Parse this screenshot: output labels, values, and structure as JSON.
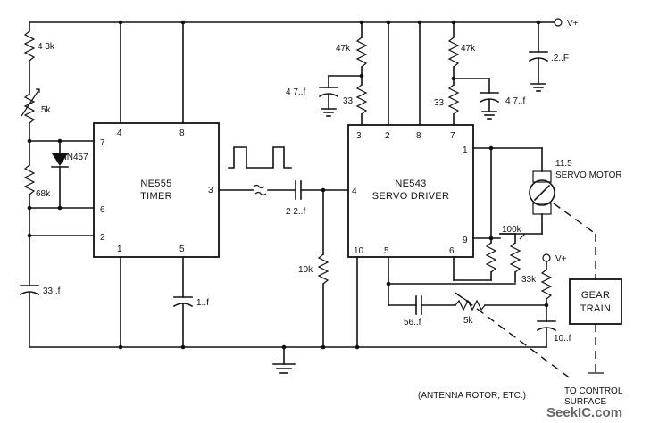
{
  "supply": {
    "label": "V+"
  },
  "supply2": {
    "label": "V+"
  },
  "timer": {
    "name": "NE555",
    "sub": "TIMER",
    "pins": {
      "p2": "2",
      "p4": "4",
      "p8": "8",
      "p7": "7",
      "p6": "6",
      "p1": "1",
      "p5": "5",
      "p3": "3"
    }
  },
  "driver": {
    "name": "NE543",
    "sub": "SERVO DRIVER",
    "pins": {
      "p3": "3",
      "p2": "2",
      "p8": "8",
      "p7": "7",
      "p1": "1",
      "p4": "4",
      "p9": "9",
      "p10": "10",
      "p5": "5",
      "p6": "6"
    }
  },
  "components": {
    "r1": "4 3k",
    "r2": "5k",
    "r3": "68k",
    "diode": "IN457",
    "c1": "33..f",
    "c2": "1..f",
    "c3": "2 2..f",
    "r4": "10k",
    "r5": "47k",
    "r6": "33",
    "c4": "4 7..f",
    "r7": "47k",
    "r8": "33",
    "c5": "4 7..f",
    "c6": ".2..F",
    "r9": "100k",
    "r10": "33k",
    "c7": "56..f",
    "r11": "5k",
    "c8": "10..f"
  },
  "motor": {
    "line1": "11.5",
    "line2": "SERVO MOTOR"
  },
  "gear": {
    "line1": "GEAR",
    "line2": "TRAIN"
  },
  "notes": {
    "antenna": "(ANTENNA ROTOR, ETC.)",
    "control1": "TO CONTROL",
    "control2": "SURFACE"
  },
  "watermark": "SeekIC.com"
}
